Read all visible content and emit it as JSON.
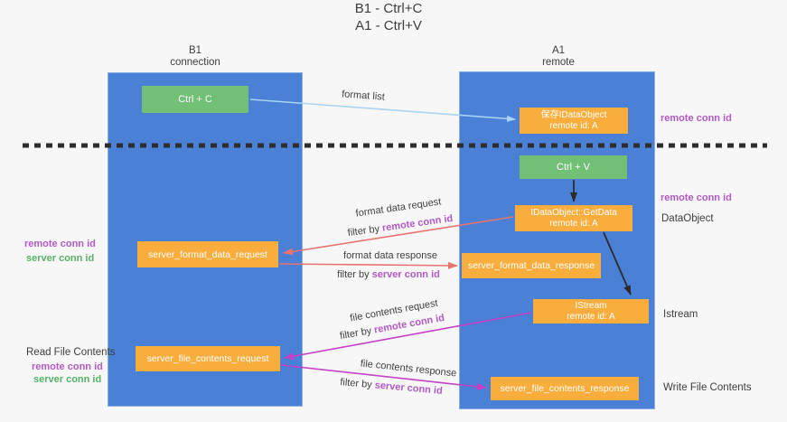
{
  "title": {
    "line1": "B1 - Ctrl+C",
    "line2": "A1 - Ctrl+V"
  },
  "lanes": {
    "left": {
      "name": "B1",
      "role": "connection"
    },
    "right": {
      "name": "A1",
      "role": "remote"
    }
  },
  "nodes": {
    "ctrl_c": {
      "label": "Ctrl + C"
    },
    "save_dataobject": {
      "line1": "保存IDataObject",
      "line2": "remote id: A"
    },
    "ctrl_v": {
      "label": "Ctrl + V"
    },
    "getdata": {
      "line1": "IDataObject::GetData",
      "line2": "remote id: A"
    },
    "format_request": {
      "label": "server_format_data_request"
    },
    "format_response": {
      "label": "server_format_data_response"
    },
    "istream": {
      "line1": "IStream",
      "line2": "remote id: A"
    },
    "file_request": {
      "label": "server_file_contents_request"
    },
    "file_response": {
      "label": "server_file_contents_response"
    }
  },
  "edge_labels": {
    "format_list": "format list",
    "format_data_request": "format data request",
    "format_data_response": "format data response",
    "file_contents_request": "file contents request",
    "file_contents_response": "file contents response",
    "filter_by": "filter by",
    "remote_conn_id": "remote conn id",
    "server_conn_id": "server conn id"
  },
  "annotations": {
    "left_top": {
      "remote": "remote conn id",
      "server": "server conn id"
    },
    "left_bottom": {
      "title": "Read File Contents",
      "remote": "remote conn id",
      "server": "server conn id"
    },
    "right": {
      "remote_top": "remote conn id",
      "remote_mid": "remote conn id",
      "dataobject": "DataObject",
      "istream": "Istream",
      "write_file": "Write File Contents"
    }
  },
  "colors": {
    "lane_blue": "#4a80d5",
    "node_green": "#72c075",
    "node_orange": "#f8ad3d",
    "arrow_blue": "#a9d4f2",
    "arrow_black": "#2b2b2b",
    "arrow_salmon": "#e87370",
    "arrow_magenta": "#c73fc7",
    "label_purple": "#b159c4",
    "label_green": "#56b266"
  }
}
